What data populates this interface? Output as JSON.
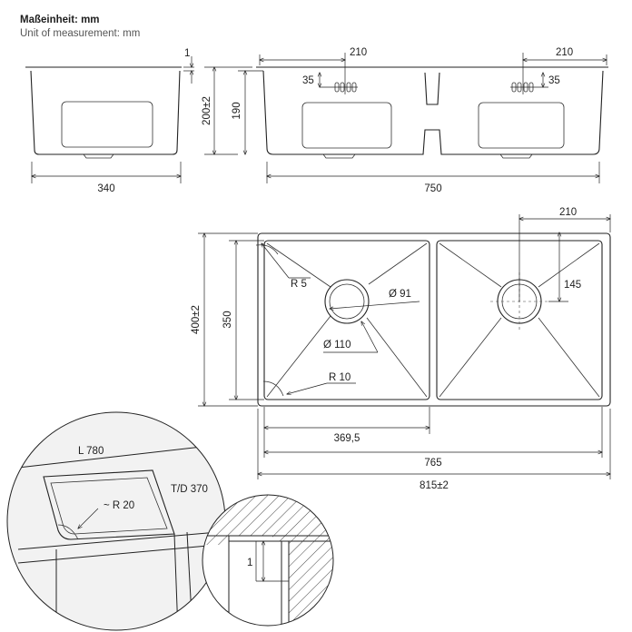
{
  "header": {
    "unit_de": "Maßeinheit: mm",
    "unit_en": "Unit of measurement: mm"
  },
  "side_view": {
    "rim": "1",
    "width": "340",
    "height": "200±2"
  },
  "front_view": {
    "inner_height": "190",
    "overall_width": "750",
    "left_drain_offset": "210",
    "right_drain_offset": "210",
    "left_overflow": "35",
    "right_overflow": "35"
  },
  "top_view": {
    "drain_offset": "210",
    "radius_outer": "R 5",
    "drain_inner": "Ø 91",
    "drain_outer": "Ø 110",
    "radius_inner": "R 10",
    "drain_depth": "145",
    "outer_depth": "400±2",
    "inner_depth": "350",
    "bowl_width": "369,5",
    "inner_width": "765",
    "outer_width": "815±2"
  },
  "detail_left": {
    "length": "L 780",
    "depth": "T/D 370",
    "radius": "~ R 20"
  },
  "detail_right": {
    "rim": "1"
  },
  "colors": {
    "line": "#222222",
    "detail_fill": "#f2f2f2",
    "text": "#1e1e1e"
  }
}
